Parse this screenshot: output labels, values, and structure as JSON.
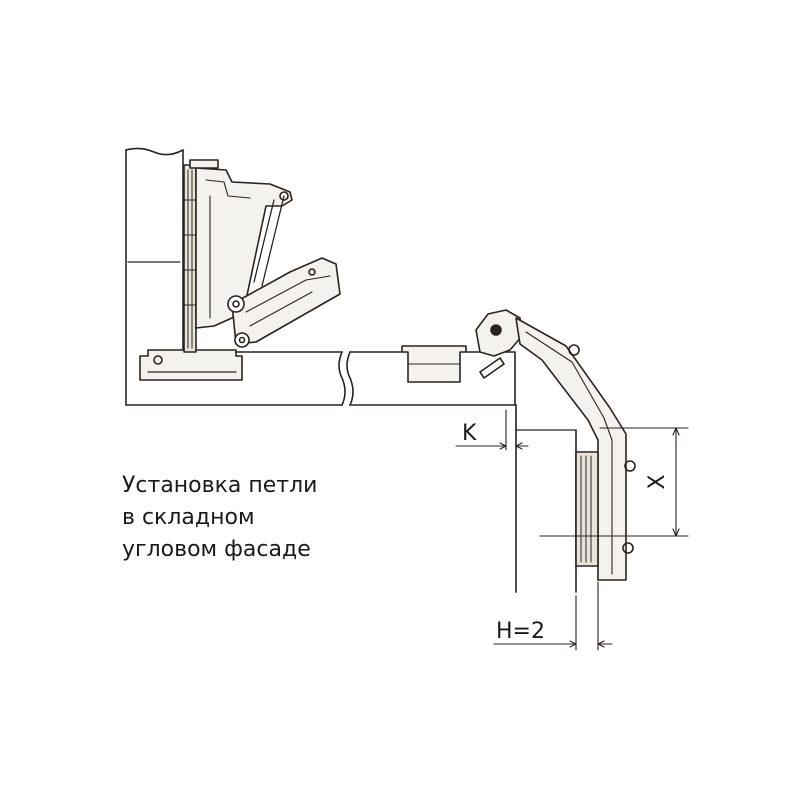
{
  "caption": {
    "line1": "Установка петли",
    "line2": "в складном",
    "line3": "угловом фасаде"
  },
  "dimensions": {
    "k": "K",
    "x": "X",
    "h": "H=2"
  },
  "colors": {
    "line": "#2a2420",
    "fill_light": "#f4f2ee",
    "fill_mid": "#e8e4dc"
  }
}
